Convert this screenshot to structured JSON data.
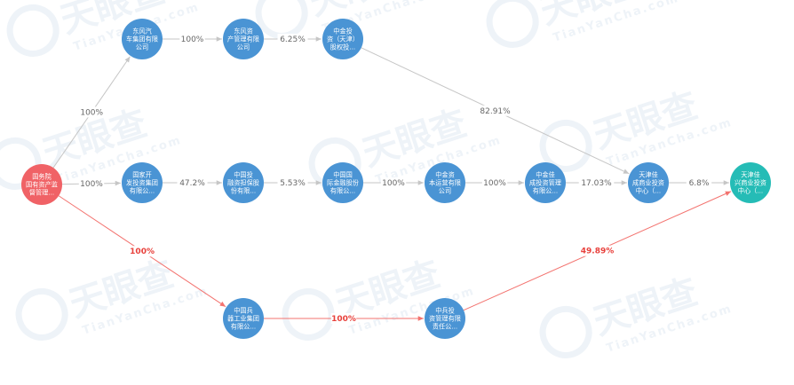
{
  "watermark": {
    "brand": "天眼查",
    "site": "TianYanCha.com"
  },
  "colors": {
    "node_default": "#4a94d4",
    "node_root": "#f06266",
    "node_target": "#25bcb6",
    "edge_gray": "#c6c6c6",
    "edge_red": "#f3736f",
    "label_gray": "#666666",
    "label_red": "#e8403b"
  },
  "nodes": [
    {
      "id": "root",
      "kind": "root",
      "lines": [
        "国务院",
        "国有资产监",
        "督管理..."
      ]
    },
    {
      "id": "a1",
      "kind": "default",
      "lines": [
        "东风汽",
        "车集团有限",
        "公司"
      ]
    },
    {
      "id": "a2",
      "kind": "default",
      "lines": [
        "东风资",
        "产管理有限",
        "公司"
      ]
    },
    {
      "id": "a3",
      "kind": "default",
      "lines": [
        "中金投",
        "资（天津）",
        "股权投..."
      ]
    },
    {
      "id": "b1",
      "kind": "default",
      "lines": [
        "国家开",
        "发投资集团",
        "有限公..."
      ]
    },
    {
      "id": "b2",
      "kind": "default",
      "lines": [
        "中国投",
        "融资担保股",
        "份有限..."
      ]
    },
    {
      "id": "b3",
      "kind": "default",
      "lines": [
        "中国国",
        "际金融股份",
        "有限公..."
      ]
    },
    {
      "id": "b4",
      "kind": "default",
      "lines": [
        "中金资",
        "本运营有限",
        "公司"
      ]
    },
    {
      "id": "b5",
      "kind": "default",
      "lines": [
        "中金佳",
        "成投资管理",
        "有限公..."
      ]
    },
    {
      "id": "b6",
      "kind": "default",
      "lines": [
        "天津佳",
        "成商业投资",
        "中心（..."
      ]
    },
    {
      "id": "target",
      "kind": "target",
      "lines": [
        "天津佳",
        "兴商业投资",
        "中心（..."
      ]
    },
    {
      "id": "c1",
      "kind": "default",
      "lines": [
        "中国兵",
        "器工业集团",
        "有限公..."
      ]
    },
    {
      "id": "c2",
      "kind": "default",
      "lines": [
        "中兵投",
        "资管理有限",
        "责任公..."
      ]
    }
  ],
  "edges": [
    {
      "from": "root",
      "to": "a1",
      "label": "100%",
      "style": "gray"
    },
    {
      "from": "a1",
      "to": "a2",
      "label": "100%",
      "style": "gray"
    },
    {
      "from": "a2",
      "to": "a3",
      "label": "6.25%",
      "style": "gray"
    },
    {
      "from": "a3",
      "to": "b6",
      "label": "82.91%",
      "style": "gray"
    },
    {
      "from": "root",
      "to": "b1",
      "label": "100%",
      "style": "gray"
    },
    {
      "from": "b1",
      "to": "b2",
      "label": "47.2%",
      "style": "gray"
    },
    {
      "from": "b2",
      "to": "b3",
      "label": "5.53%",
      "style": "gray"
    },
    {
      "from": "b3",
      "to": "b4",
      "label": "100%",
      "style": "gray"
    },
    {
      "from": "b4",
      "to": "b5",
      "label": "100%",
      "style": "gray"
    },
    {
      "from": "b5",
      "to": "b6",
      "label": "17.03%",
      "style": "gray"
    },
    {
      "from": "b6",
      "to": "target",
      "label": "6.8%",
      "style": "gray"
    },
    {
      "from": "root",
      "to": "c1",
      "label": "100%",
      "style": "red"
    },
    {
      "from": "c1",
      "to": "c2",
      "label": "100%",
      "style": "red"
    },
    {
      "from": "c2",
      "to": "target",
      "label": "49.89%",
      "style": "red"
    }
  ]
}
